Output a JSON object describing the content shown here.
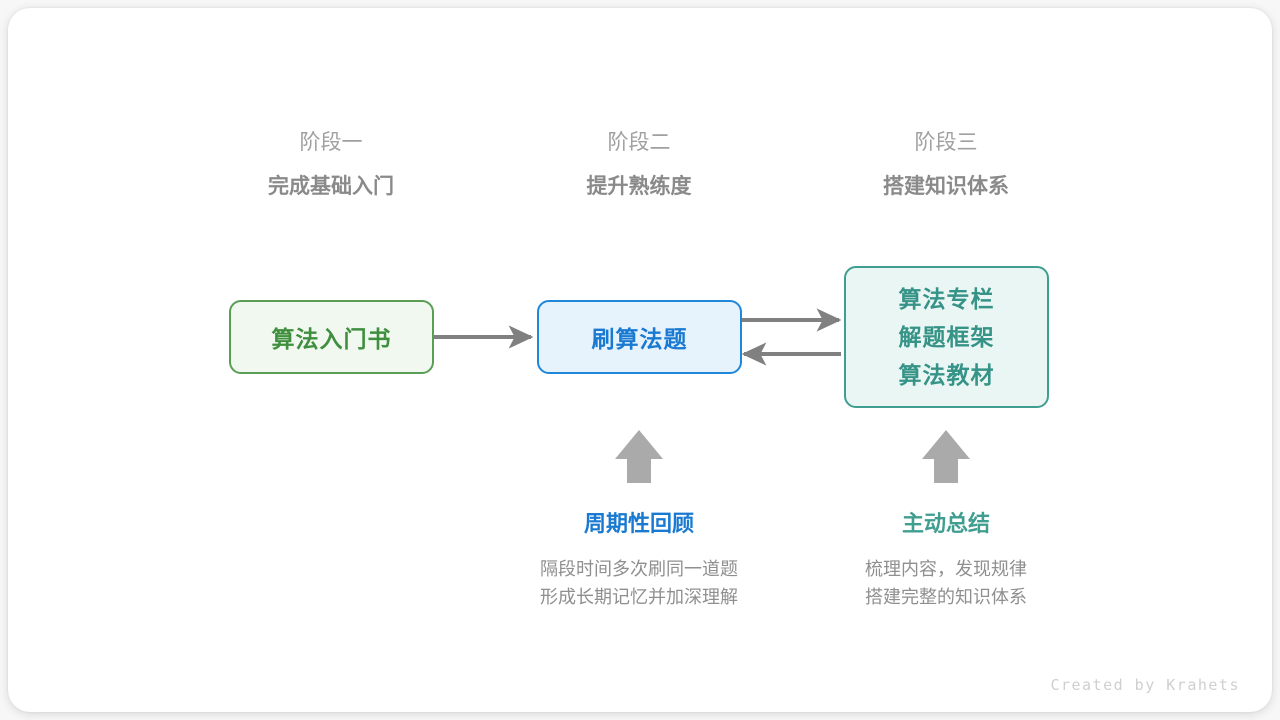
{
  "meta": {
    "watermark": "Created by Krahets",
    "background_color": "#f7f7f8",
    "card_color": "#ffffff"
  },
  "stages": [
    {
      "number": "阶段一",
      "title": "完成基础入门"
    },
    {
      "number": "阶段二",
      "title": "提升熟练度"
    },
    {
      "number": "阶段三",
      "title": "搭建知识体系"
    }
  ],
  "nodes": [
    {
      "id": "node-intro-book",
      "lines": [
        "算法入门书"
      ],
      "fill": "#f1f8f0",
      "border": "#5a9e56",
      "text_color": "#3f8f3f"
    },
    {
      "id": "node-practice",
      "lines": [
        "刷算法题"
      ],
      "fill": "#e6f3fd",
      "border": "#1f86d8",
      "text_color": "#1a7ad1"
    },
    {
      "id": "node-resources",
      "lines": [
        "算法专栏",
        "解题框架",
        "算法教材"
      ],
      "fill": "#eaf6f3",
      "border": "#3f9e90",
      "text_color": "#369387"
    }
  ],
  "connections": [
    {
      "id": "book-to-practice",
      "from": "node-intro-book",
      "to": "node-practice",
      "direction": "right",
      "color": "#808080"
    },
    {
      "id": "practice-to-resources",
      "from": "node-practice",
      "to": "node-resources",
      "direction": "right",
      "color": "#808080"
    },
    {
      "id": "resources-to-practice",
      "from": "node-resources",
      "to": "node-practice",
      "direction": "left",
      "color": "#808080"
    }
  ],
  "notes": [
    {
      "id": "note-review",
      "title": "周期性回顾",
      "title_color": "#1a7ad1",
      "body_line1": "隔段时间多次刷同一道题",
      "body_line2": "形成长期记忆并加深理解",
      "arrow_color": "#aaaaaa"
    },
    {
      "id": "note-summary",
      "title": "主动总结",
      "title_color": "#3f9e90",
      "body_line1": "梳理内容，发现规律",
      "body_line2": "搭建完整的知识体系",
      "arrow_color": "#aaaaaa"
    }
  ]
}
